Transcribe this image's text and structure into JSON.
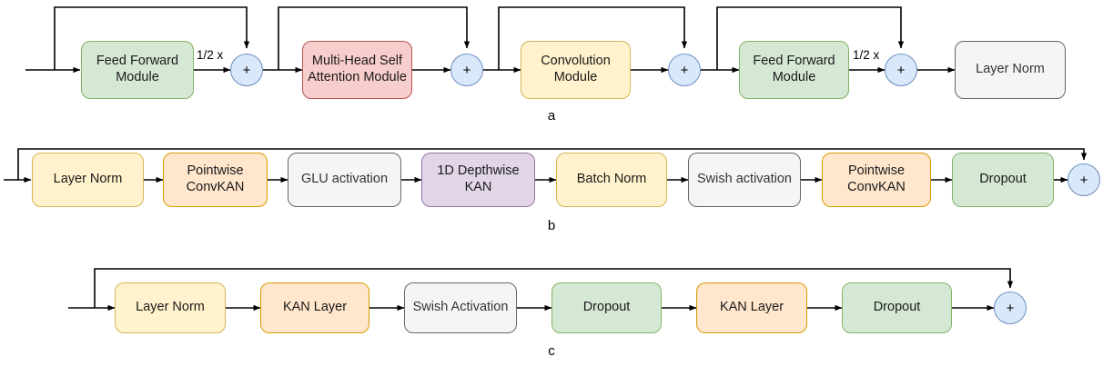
{
  "figure": {
    "title": "Conformer-KAN block architecture diagram",
    "background": "#ffffff"
  },
  "palette": {
    "green_fill": "#d5e8d4",
    "green_stroke": "#82b366",
    "red_fill": "#f8cecc",
    "red_stroke": "#b85450",
    "yellow_fill": "#fff2cc",
    "yellow_stroke": "#d6b656",
    "orange_fill": "#ffe6cc",
    "orange_stroke": "#d79b00",
    "purple_fill": "#e1d5e7",
    "purple_stroke": "#9673a6",
    "grey_fill": "#f5f5f5",
    "grey_stroke": "#666666",
    "adder_fill": "#dae8fc",
    "adder_stroke": "#6c8ebf",
    "wire": "#000000"
  },
  "rows": [
    {
      "id": "a",
      "label": "a",
      "nodes": [
        {
          "name": "feed-forward-module-1",
          "text": "Feed Forward\nModule",
          "style": "green"
        },
        {
          "name": "adder-1",
          "text": "+",
          "style": "adder"
        },
        {
          "name": "multi-head-self-attention-module",
          "text": "Multi-Head Self\nAttention Module",
          "style": "red"
        },
        {
          "name": "adder-2",
          "text": "+",
          "style": "adder"
        },
        {
          "name": "convolution-module",
          "text": "Convolution\nModule",
          "style": "yellow"
        },
        {
          "name": "adder-3",
          "text": "+",
          "style": "adder"
        },
        {
          "name": "feed-forward-module-2",
          "text": "Feed Forward\nModule",
          "style": "green"
        },
        {
          "name": "adder-4",
          "text": "+",
          "style": "adder"
        },
        {
          "name": "layer-norm",
          "text": "Layer Norm",
          "style": "grey"
        }
      ],
      "edge_labels": [
        {
          "name": "half-scale-label-1",
          "text": "1/2 x"
        },
        {
          "name": "half-scale-label-2",
          "text": "1/2 x"
        }
      ]
    },
    {
      "id": "b",
      "label": "b",
      "nodes": [
        {
          "name": "layer-norm",
          "text": "Layer Norm",
          "style": "yellow"
        },
        {
          "name": "pointwise-convkan-1",
          "text": "Pointwise\nConvKAN",
          "style": "orange"
        },
        {
          "name": "glu-activation",
          "text": "GLU activation",
          "style": "grey"
        },
        {
          "name": "depthwise-kan-1d",
          "text": "1D Depthwise\nKAN",
          "style": "purple"
        },
        {
          "name": "batch-norm",
          "text": "Batch Norm",
          "style": "yellow"
        },
        {
          "name": "swish-activation",
          "text": "Swish activation",
          "style": "grey"
        },
        {
          "name": "pointwise-convkan-2",
          "text": "Pointwise\nConvKAN",
          "style": "orange"
        },
        {
          "name": "dropout",
          "text": "Dropout",
          "style": "green"
        },
        {
          "name": "adder",
          "text": "+",
          "style": "adder"
        }
      ]
    },
    {
      "id": "c",
      "label": "c",
      "nodes": [
        {
          "name": "layer-norm",
          "text": "Layer Norm",
          "style": "yellow"
        },
        {
          "name": "kan-layer-1",
          "text": "KAN Layer",
          "style": "orange"
        },
        {
          "name": "swish-activation",
          "text": "Swish Activation",
          "style": "grey"
        },
        {
          "name": "dropout-1",
          "text": "Dropout",
          "style": "green"
        },
        {
          "name": "kan-layer-2",
          "text": "KAN Layer",
          "style": "orange"
        },
        {
          "name": "dropout-2",
          "text": "Dropout",
          "style": "green"
        },
        {
          "name": "adder",
          "text": "+",
          "style": "adder"
        }
      ]
    }
  ]
}
